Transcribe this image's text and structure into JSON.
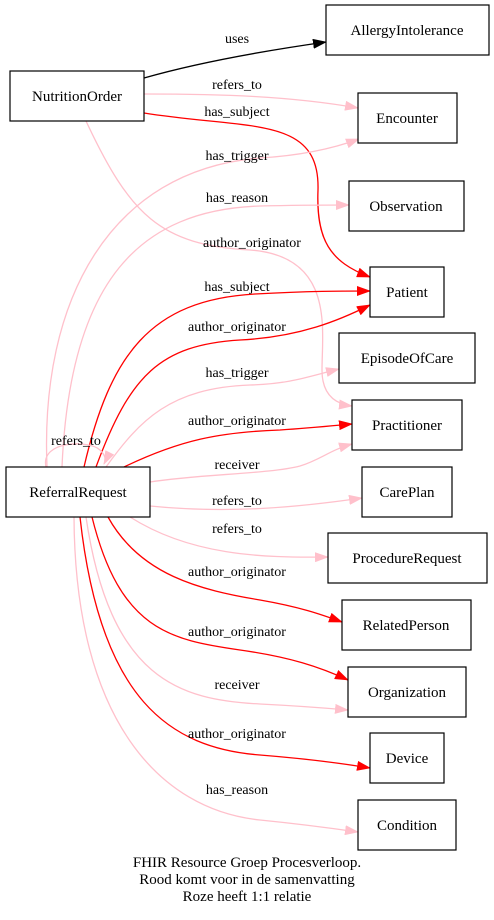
{
  "nodes": {
    "nutrition_order": "NutritionOrder",
    "allergy_intolerance": "AllergyIntolerance",
    "encounter": "Encounter",
    "observation": "Observation",
    "patient": "Patient",
    "episode_of_care": "EpisodeOfCare",
    "practitioner": "Practitioner",
    "referral_request": "ReferralRequest",
    "care_plan": "CarePlan",
    "procedure_request": "ProcedureRequest",
    "related_person": "RelatedPerson",
    "organization": "Organization",
    "device": "Device",
    "condition": "Condition"
  },
  "edges": {
    "no_uses": "uses",
    "no_refers_to": "refers_to",
    "no_has_subject": "has_subject",
    "no_author_originator": "author_originator",
    "rr_has_trigger_encounter": "has_trigger",
    "rr_has_reason_observation": "has_reason",
    "rr_has_subject": "has_subject",
    "rr_author_originator_patient": "author_originator",
    "rr_has_trigger_episode": "has_trigger",
    "rr_author_originator_practitioner": "author_originator",
    "rr_refers_to_self": "refers_to",
    "rr_receiver_practitioner": "receiver",
    "rr_refers_to_careplan": "refers_to",
    "rr_refers_to_procedure": "refers_to",
    "rr_author_originator_related": "author_originator",
    "rr_author_originator_org": "author_originator",
    "rr_receiver_org": "receiver",
    "rr_author_originator_device": "author_originator",
    "rr_has_reason_condition": "has_reason"
  },
  "caption": {
    "line1": "FHIR Resource Groep Procesverloop.",
    "line2": "Rood komt voor in de samenvatting",
    "line3": "Roze heeft 1:1 relatie"
  },
  "colors": {
    "summary": "#ff0000",
    "one_to_one": "#ffc0cb",
    "default": "#000000"
  }
}
